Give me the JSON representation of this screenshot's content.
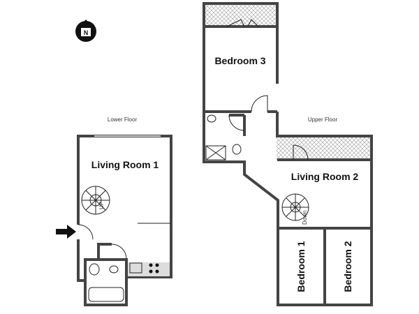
{
  "compass": {
    "label": "N"
  },
  "lower_floor": {
    "title": "Lower Floor",
    "rooms": [
      {
        "label": "Living Room 1"
      }
    ],
    "stair_label": "UP"
  },
  "upper_floor": {
    "title": "Upper Floor",
    "rooms": [
      {
        "label": "Bedroom 3"
      },
      {
        "label": "Living Room 2"
      },
      {
        "label": "Bedroom 1"
      },
      {
        "label": "Bedroom 2"
      }
    ],
    "stair_label": "Down"
  },
  "colors": {
    "wall": "#444444",
    "hatch": "#bbbbbb"
  }
}
